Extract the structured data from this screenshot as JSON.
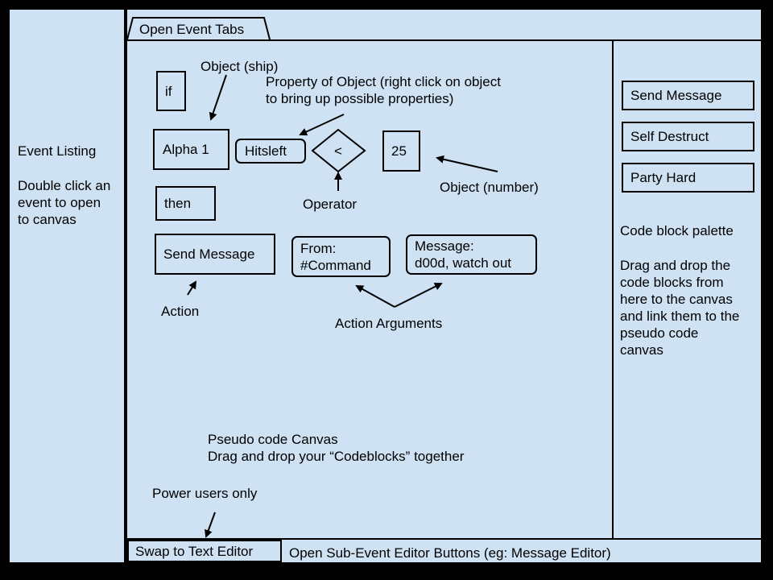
{
  "tab": {
    "label": "Open Event Tabs"
  },
  "event_listing": {
    "title": "Event Listing",
    "hint": "Double click an\nevent to open\nto canvas"
  },
  "canvas": {
    "if_block": "if",
    "object_block": "Alpha 1",
    "property_block": "Hitsleft",
    "operator_block": "<",
    "number_block": "25",
    "then_block": "then",
    "action_block": "Send Message",
    "arg_from": "From:\n#Command",
    "arg_message": "Message:\nd00d, watch out",
    "annotations": {
      "object_ship": "Object (ship)",
      "property_of_object": "Property of Object (right click on object\nto bring up possible properties)",
      "operator": "Operator",
      "object_number": "Object (number)",
      "action": "Action",
      "action_arguments": "Action Arguments"
    },
    "caption": "Pseudo code Canvas\nDrag and drop your “Codeblocks” together",
    "power_users": "Power users only"
  },
  "palette": {
    "items": [
      "Send Message",
      "Self Destruct",
      "Party Hard"
    ],
    "title": "Code block palette",
    "hint": "Drag and drop the\ncode blocks from\nhere to the canvas\nand link them to the\npseudo code\ncanvas"
  },
  "bottom_bar": {
    "swap_button": "Swap to Text Editor",
    "sub_event_bar": "Open Sub-Event Editor Buttons (eg: Message Editor)"
  },
  "colors": {
    "panel": "#cfe2f3",
    "background": "#000000",
    "ink": "#000000"
  }
}
